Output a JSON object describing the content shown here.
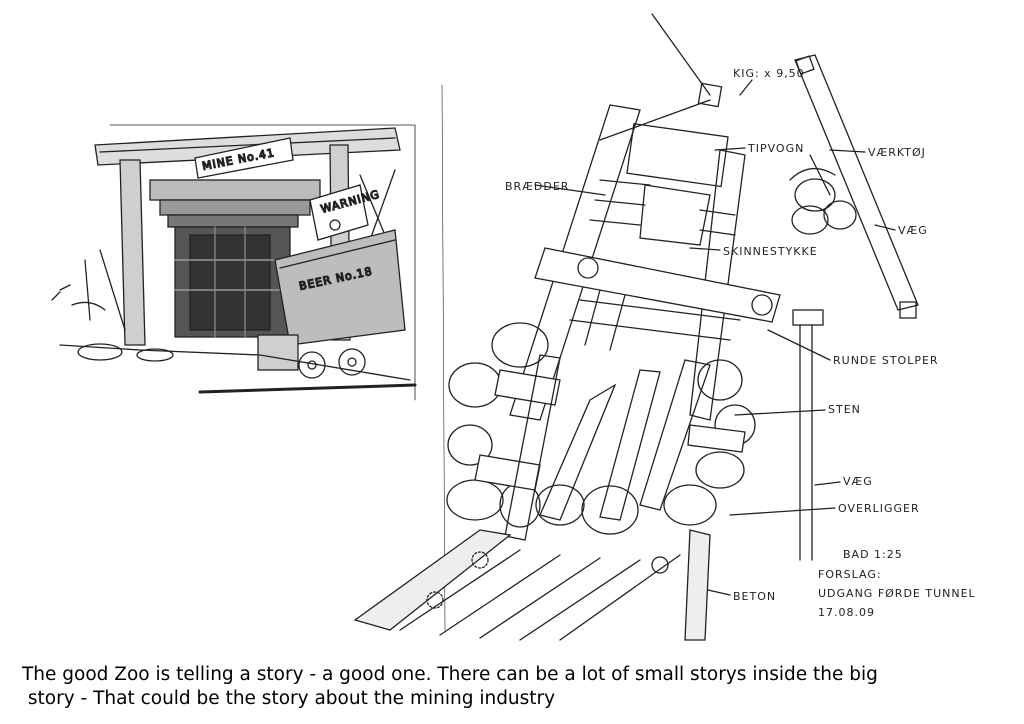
{
  "left_sketch": {
    "sign": "MINE No.41",
    "side_sign": "WARNING",
    "cart_text": "BEER No.18"
  },
  "right_sketch": {
    "labels": {
      "kig": "KIG: x 9,50",
      "tipvogn": "TIPVOGN",
      "vaerktoj": "VÆRKTØJ",
      "braedder": "BRÆDDER",
      "vaeg_top": "VÆG",
      "skinnestykke": "SKINNESTYKKE",
      "runde_stolper": "RUNDE STOLPER",
      "sten": "STEN",
      "vaeg": "VÆG",
      "overligger": "OVERLIGGER",
      "beton": "BETON"
    },
    "note": {
      "line1": "BAD 1:25",
      "line2": "FORSLAG:",
      "line3": "UDGANG FØRDE TUNNEL",
      "line4": "17.08.09"
    }
  },
  "caption": {
    "line1": "The good Zoo is telling a story - a good one. There can be a lot of small storys inside the big",
    "line2": " story - That could be the story about the mining industry"
  }
}
